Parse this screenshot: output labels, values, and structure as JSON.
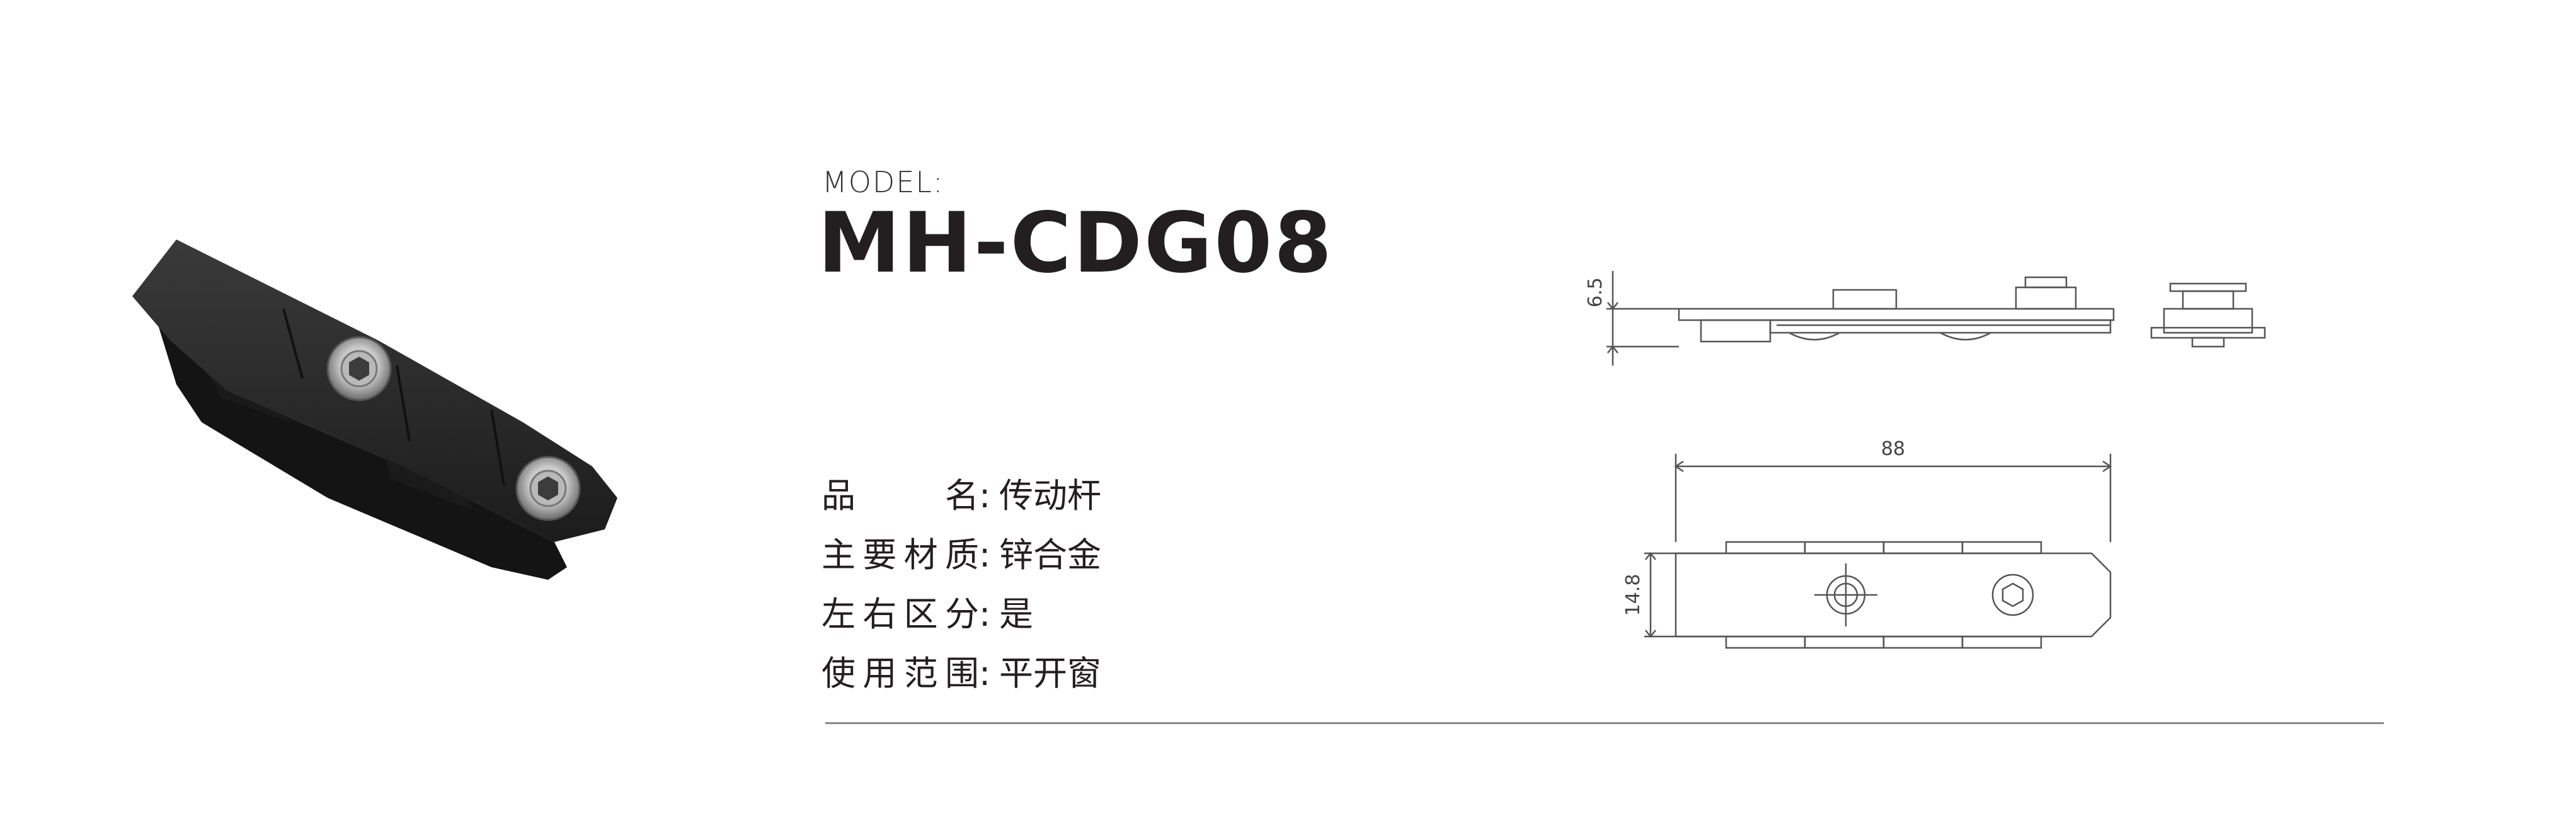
{
  "model": {
    "label": "MODEL:",
    "code": "MH-CDG08"
  },
  "specs": [
    {
      "key_chars": [
        "品",
        "名"
      ],
      "sep": ":",
      "value": "传动杆"
    },
    {
      "key_chars": [
        "主",
        "要",
        "材",
        "质"
      ],
      "sep": ":",
      "value": "锌合金"
    },
    {
      "key_chars": [
        "左",
        "右",
        "区",
        "分"
      ],
      "sep": ":",
      "value": "是"
    },
    {
      "key_chars": [
        "使",
        "用",
        "范",
        "围"
      ],
      "sep": ":",
      "value": "平开窗"
    }
  ],
  "dimensions": {
    "height": "6.5",
    "length": "88",
    "width": "14.8"
  },
  "colors": {
    "product_body": "#2b2b2b",
    "screw": "#c9c9c9",
    "line": "#555555",
    "divider": "#8a8a8a"
  }
}
